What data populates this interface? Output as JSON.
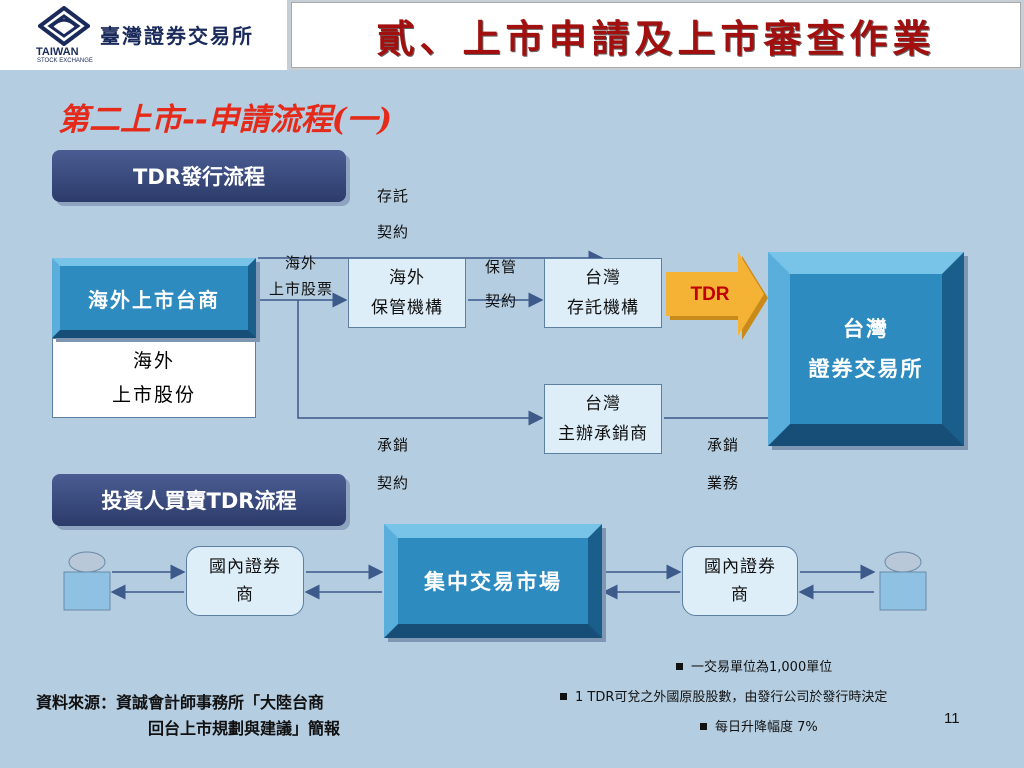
{
  "header": {
    "logo_name": "臺灣證券交易所",
    "logo_en_line1": "TAIWAN",
    "logo_en_line2": "STOCK EXCHANGE",
    "slide_title": "貳、上市申請及上市審查作業"
  },
  "subtitle": "第二上市--申請流程(一)",
  "section1": {
    "label": "TDR發行流程"
  },
  "section2": {
    "label": "投資人買賣TDR流程"
  },
  "issuance": {
    "overseas_company": "海外上市台商",
    "overseas_shares_line1": "海外",
    "overseas_shares_line2": "上市股份",
    "overseas_stock_line1": "海外",
    "overseas_stock_line2": "上市股票",
    "custodian_line1": "海外",
    "custodian_line2": "保管機構",
    "custody_contract_line1": "保管",
    "custody_contract_line2": "契約",
    "deposit_contract_line1": "存託",
    "deposit_contract_line2": "契約",
    "depositary_line1": "台灣",
    "depositary_line2": "存託機構",
    "tdr_label": "TDR",
    "exchange_line1": "台灣",
    "exchange_line2": "證券交易所",
    "underwriter_line1": "台灣",
    "underwriter_line2": "主辦承銷商",
    "underwriting_contract_line1": "承銷",
    "underwriting_contract_line2": "契約",
    "underwriting_business_line1": "承銷",
    "underwriting_business_line2": "業務"
  },
  "trading": {
    "broker_left_line1": "國內證券",
    "broker_left_line2": "商",
    "market": "集中交易市場",
    "broker_right_line1": "國內證券",
    "broker_right_line2": "商"
  },
  "notes": [
    "一交易單位為1,000單位",
    "1 TDR可兌之外國原股股數，由發行公司於發行時決定",
    "每日升降幅度 7%"
  ],
  "source_line1": "資料來源：資誠會計師事務所「大陸台商",
  "source_line2": "回台上市規劃與建議」簡報",
  "page_number": "11",
  "colors": {
    "title_red": "#a10f0f",
    "subtitle_red": "#e52a1a",
    "block_blue": "#2e8bc0",
    "section_navy": "#2c3b6a",
    "tdr_arrow": "#f5b335"
  }
}
